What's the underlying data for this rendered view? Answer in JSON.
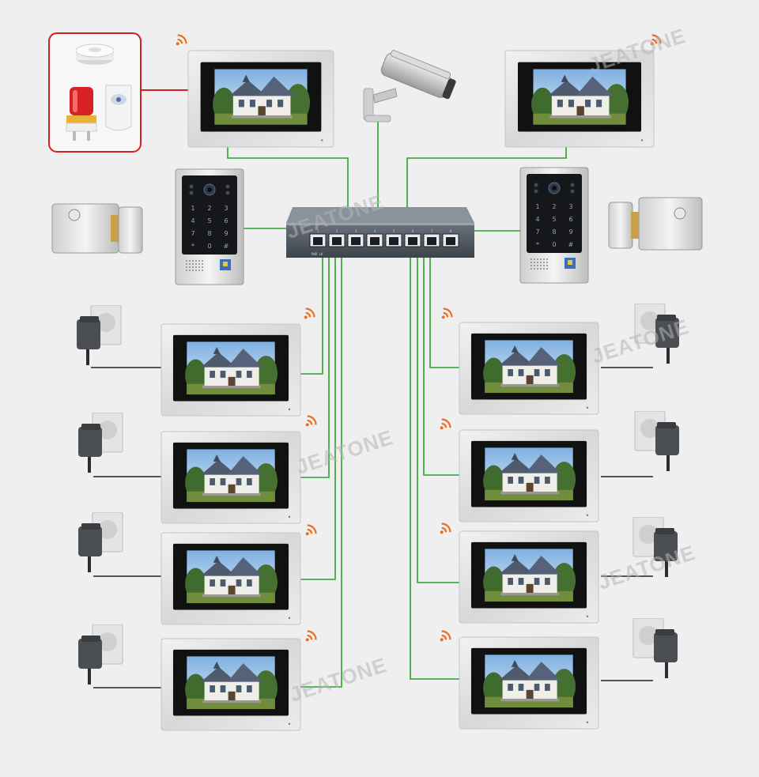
{
  "watermark": {
    "text": "JEATONE"
  },
  "keypad": {
    "keys": [
      "1",
      "2",
      "3",
      "4",
      "5",
      "6",
      "7",
      "8",
      "9",
      "*",
      "0",
      "#"
    ]
  },
  "switch": {
    "port_labels": [
      "1",
      "2",
      "3",
      "4",
      "5",
      "6",
      "7",
      "8"
    ],
    "bottom_label": "PWR LK"
  },
  "colors": {
    "cable": "#2aa02a",
    "alarm_border": "#d42020",
    "wifi": "#ef6a1c",
    "monitor_frame": "#dcdcdc",
    "bezel": "#111111"
  },
  "icons": [
    "wifi-icon",
    "smoke-detector-icon",
    "alarm-siren-icon",
    "pir-sensor-icon",
    "cctv-camera-icon",
    "electric-lock-icon",
    "power-adapter-icon",
    "door-station-icon",
    "network-switch-icon",
    "indoor-monitor-icon"
  ]
}
